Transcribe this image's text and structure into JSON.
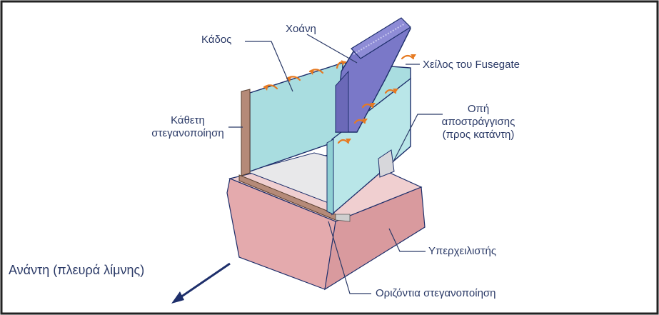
{
  "labels": {
    "kados": "Κάδος",
    "xoani": "Χοάνη",
    "xeilos": "Χείλος του Fusegate",
    "katheti_line1": "Κάθετη",
    "katheti_line2": "στεγανοποίηση",
    "opi_line1": "Οπή",
    "opi_line2": "αποστράγγισης",
    "opi_line3": "(προς κατάντη)",
    "yperxeilistis": "Υπερχειλιστής",
    "anantis": "Ανάντη (πλευρά λίμνης)",
    "orizontia": "Οριζόντια στεγανοποίηση"
  },
  "colors": {
    "base_fill": "#e7b4b4",
    "base_side": "#dca0a2",
    "wall_fill": "#a9dde0",
    "chute_fill": "#7a78c8",
    "outline": "#1e2f6b",
    "arrow": "#e67a22",
    "text": "#2b3a67"
  }
}
